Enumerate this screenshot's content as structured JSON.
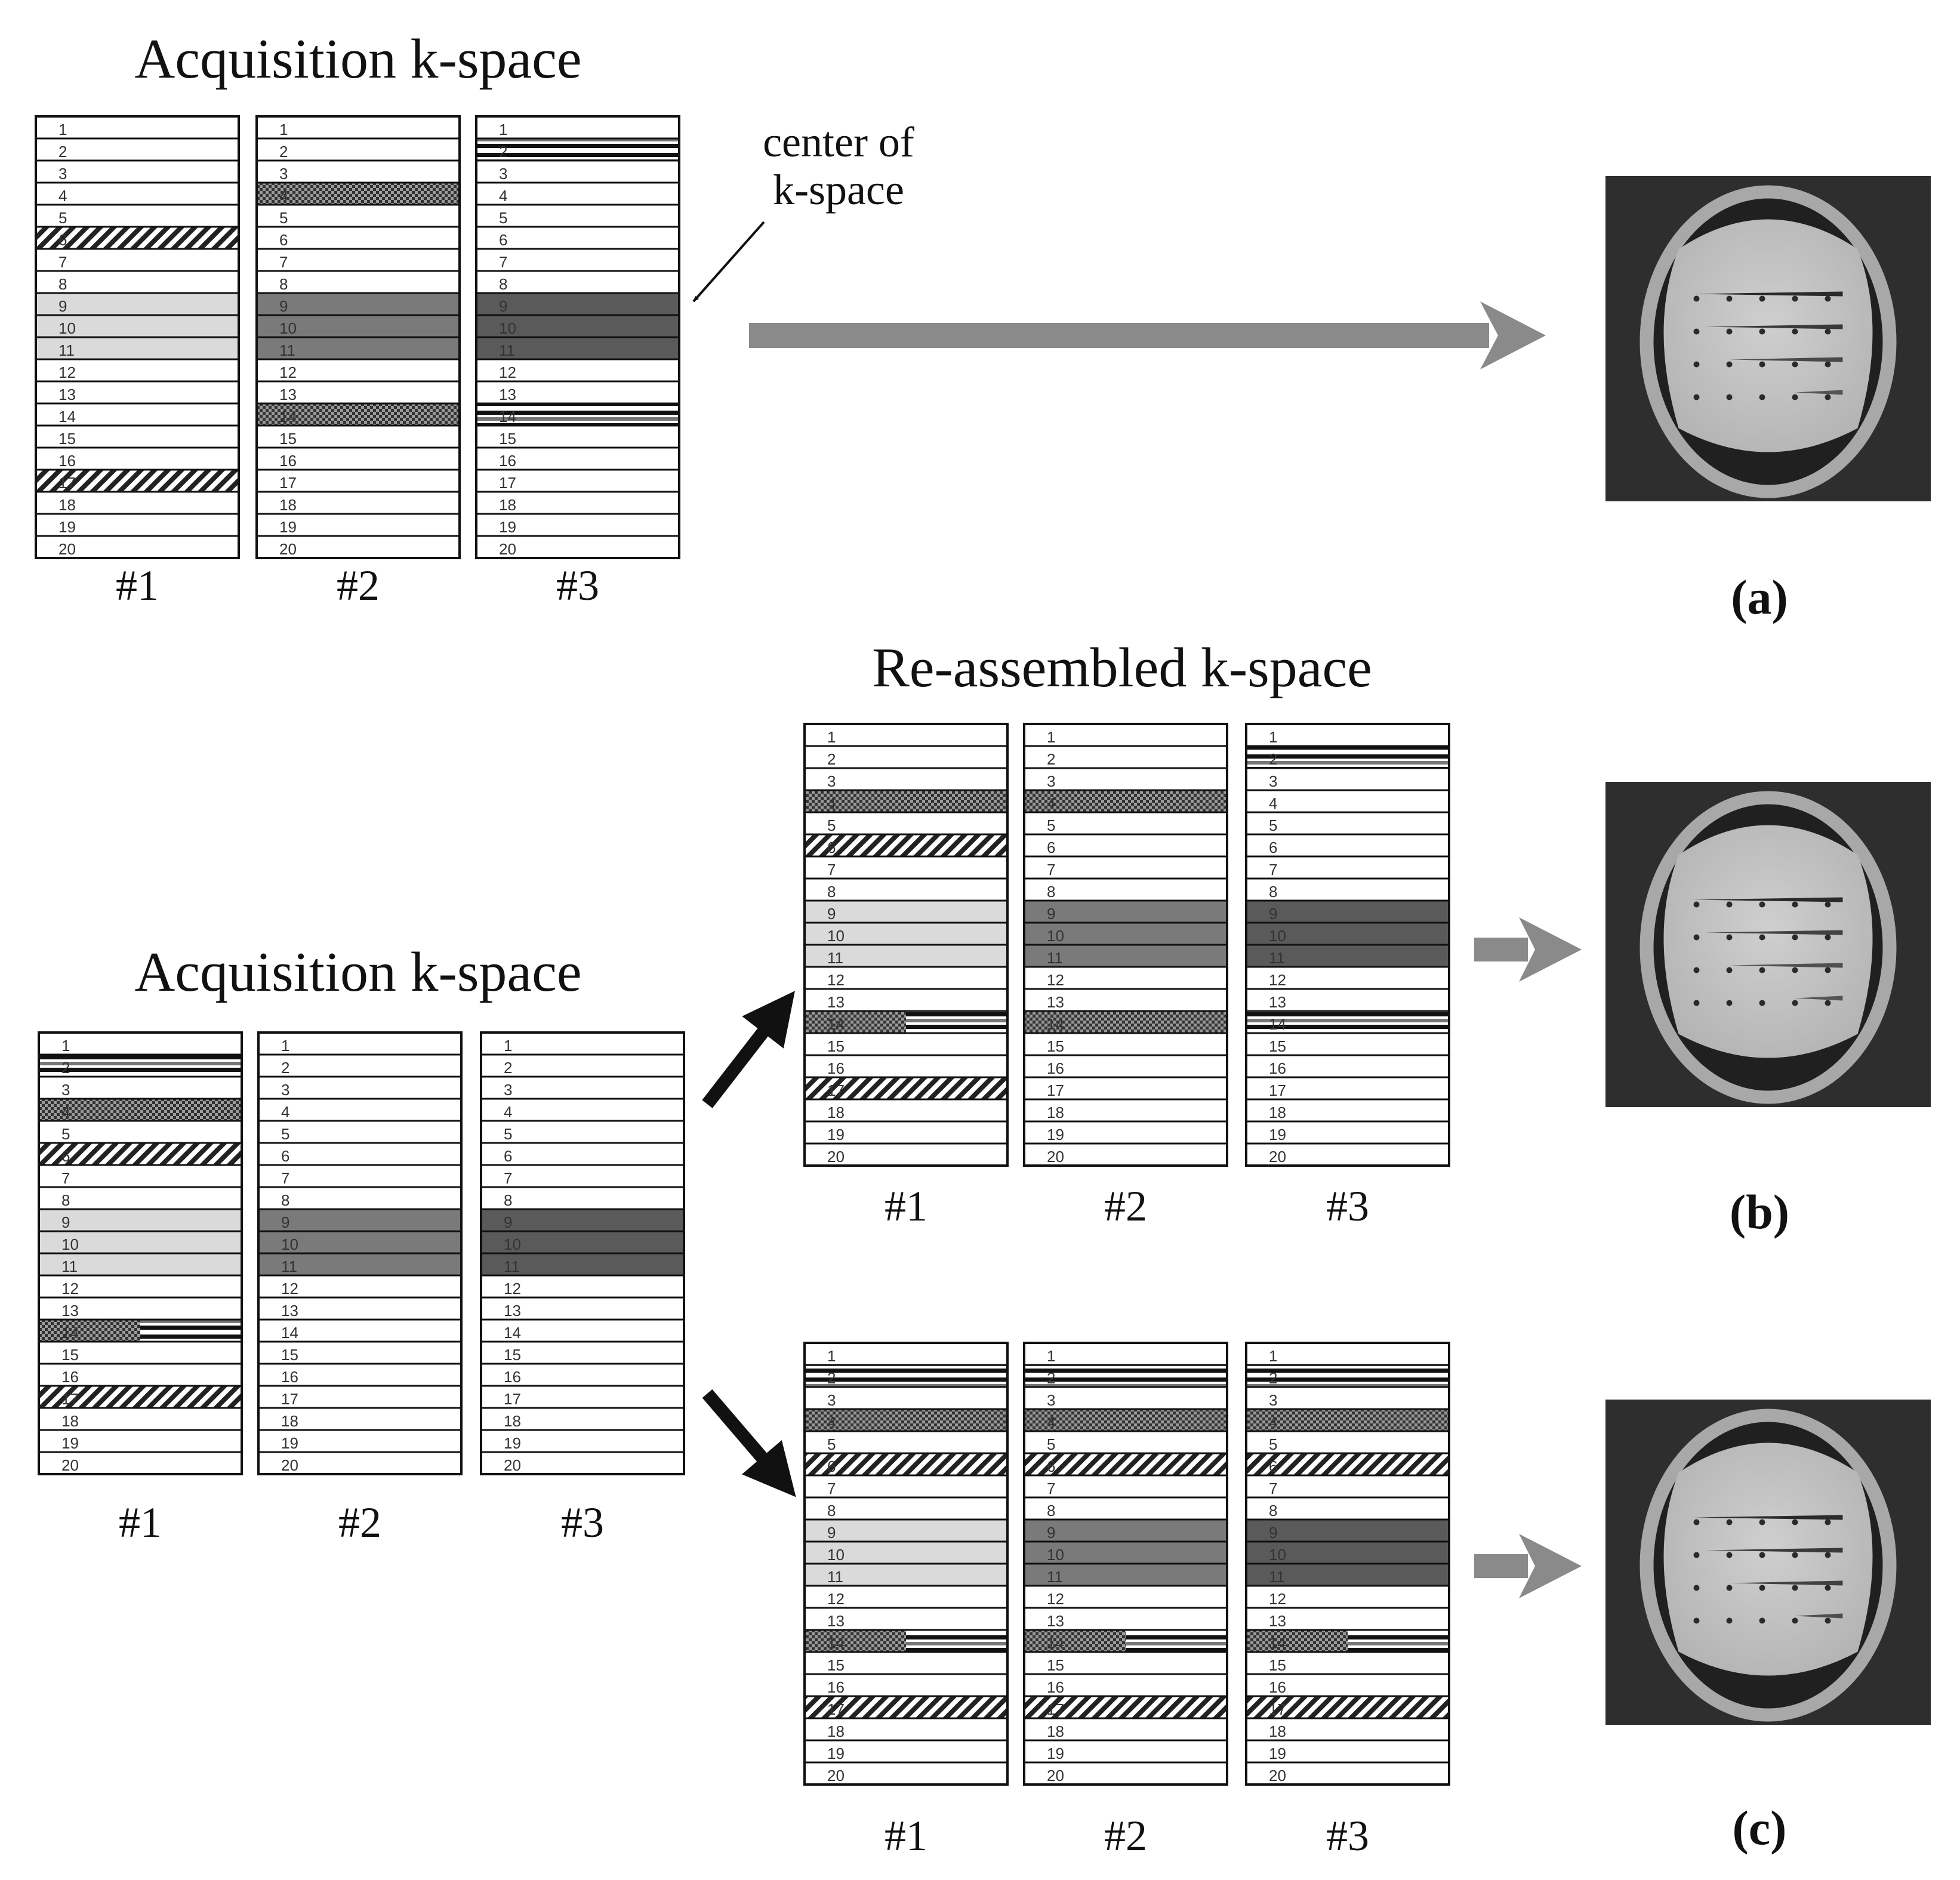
{
  "title_top": "Acquisition k-space",
  "title_mid": "Re-assembled k-space",
  "title_bottom": "Acquisition k-space",
  "annotation": [
    "center of",
    "k-space"
  ],
  "column_labels": [
    "#1",
    "#2",
    "#3"
  ],
  "panel_labels": [
    "(a)",
    "(b)",
    "(c)"
  ],
  "row_numbers": [
    "1",
    "2",
    "3",
    "4",
    "5",
    "6",
    "7",
    "8",
    "9",
    "10",
    "11",
    "12",
    "13",
    "14",
    "15",
    "16",
    "17",
    "18",
    "19",
    "20"
  ],
  "legend_of_fills": {
    "white": "#ffffff",
    "light": "#dadada",
    "mid": "#7a7a7a",
    "dark": "#5a5a5a",
    "dots": "pattern",
    "hatch": "pattern",
    "lines": "pattern"
  },
  "grids": [
    {
      "id": "acq_a",
      "columns": [
        {
          "label": "#1",
          "fills": {
            "6": "hatch",
            "9": "light",
            "10": "light",
            "11": "light",
            "17": "hatch"
          }
        },
        {
          "label": "#2",
          "fills": {
            "4": "dots",
            "9": "mid",
            "10": "mid",
            "11": "mid",
            "14": "dots"
          }
        },
        {
          "label": "#3",
          "fills": {
            "2": "lines",
            "9": "dark",
            "10": "dark",
            "11": "dark",
            "14": "lines"
          }
        }
      ]
    },
    {
      "id": "reassembled_b",
      "columns": [
        {
          "label": "#1",
          "fills": {
            "4": "dots",
            "6": "hatch",
            "9": "light",
            "10": "light",
            "11": "light",
            "14": "dots+lines",
            "17": "hatch"
          }
        },
        {
          "label": "#2",
          "fills": {
            "4": "dots",
            "9": "mid",
            "10": "mid",
            "11": "mid",
            "14": "dots"
          }
        },
        {
          "label": "#3",
          "fills": {
            "2": "lines",
            "9": "dark",
            "10": "dark",
            "11": "dark",
            "14": "lines"
          }
        }
      ]
    },
    {
      "id": "acq_bc",
      "columns": [
        {
          "label": "#1",
          "fills": {
            "2": "lines",
            "4": "dots",
            "6": "hatch",
            "9": "light",
            "10": "light",
            "11": "light",
            "14": "dots+lines",
            "17": "hatch"
          }
        },
        {
          "label": "#2",
          "fills": {
            "9": "mid",
            "10": "mid",
            "11": "mid"
          }
        },
        {
          "label": "#3",
          "fills": {
            "9": "dark",
            "10": "dark",
            "11": "dark"
          }
        }
      ]
    },
    {
      "id": "reassembled_c",
      "columns": [
        {
          "label": "#1",
          "fills": {
            "2": "lines",
            "4": "dots",
            "6": "hatch",
            "9": "light",
            "10": "light",
            "11": "light",
            "14": "dots+lines",
            "17": "hatch"
          }
        },
        {
          "label": "#2",
          "fills": {
            "2": "lines",
            "4": "dots",
            "6": "hatch",
            "9": "mid",
            "10": "mid",
            "11": "mid",
            "14": "dots+lines",
            "17": "hatch"
          }
        },
        {
          "label": "#3",
          "fills": {
            "2": "lines",
            "4": "dots",
            "6": "hatch",
            "9": "dark",
            "10": "dark",
            "11": "dark",
            "14": "dots+lines",
            "17": "hatch"
          }
        }
      ]
    }
  ]
}
